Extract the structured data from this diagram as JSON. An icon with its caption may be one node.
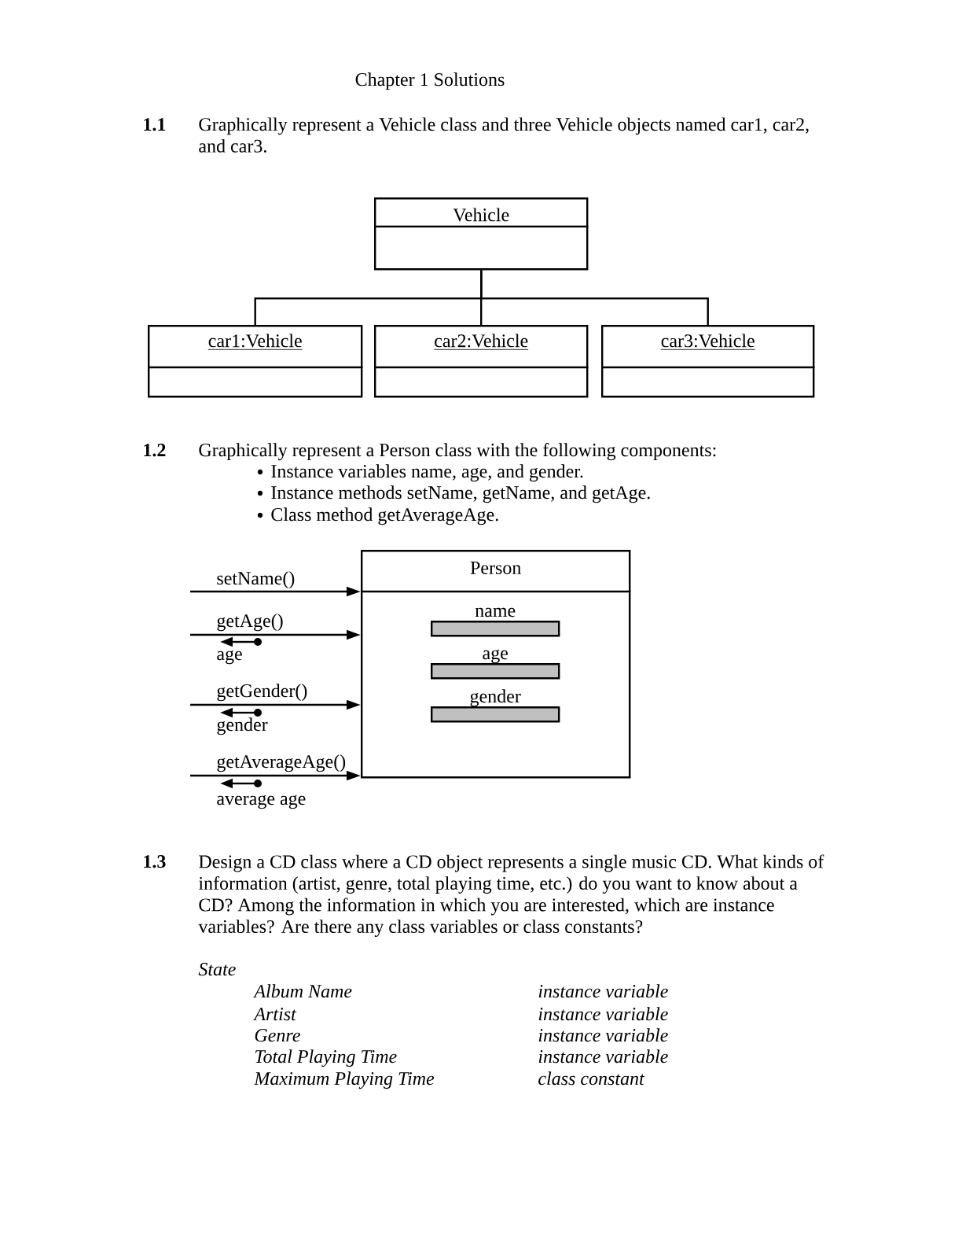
{
  "diagram": {
    "title": "Chapter 1 Solutions",
    "nodes": [
      {
        "text": [
          "Vehicle"
        ]
      },
      {
        "text": [
          "car1:Vehicle"
        ]
      },
      {
        "text": [
          "car2:Vehicle"
        ]
      },
      {
        "text": [
          "car3:Vehicle"
        ]
      },
      {
        "text": [
          "Person"
        ]
      },
      {
        "text": [
          "name"
        ],
        "in": 4
      },
      {
        "text": [
          "age"
        ],
        "in": 4
      },
      {
        "text": [
          "gender"
        ],
        "in": 4
      }
    ],
    "edges": [
      {
        "from": 0,
        "to": 1,
        "arrow": "none"
      },
      {
        "from": 0,
        "to": 2,
        "arrow": "none"
      },
      {
        "from": 0,
        "to": 3,
        "arrow": "none"
      },
      {
        "from": null,
        "to": 4,
        "arrow": "to",
        "label": "setName()"
      },
      {
        "from": null,
        "to": 4,
        "arrow": "to",
        "label": "getAge()"
      },
      {
        "from": null,
        "to": 4,
        "arrow": "to",
        "label": "getGender()"
      },
      {
        "from": null,
        "to": 4,
        "arrow": "to",
        "label": "getAverageAge()"
      }
    ],
    "labels": [
      "1.1",
      "Graphically represent a Vehicle class and three Vehicle objects named car1, car2, and car3.",
      "1.2",
      "Graphically represent a Person class with the following components:",
      "Instance variables name, age, and gender.",
      "Instance methods setName, getName, and getAge.",
      "Class method getAverageAge.",
      "age",
      "gender",
      "average age",
      "1.3",
      "Design a CD class where a CD object represents a single music CD.  What kinds of information (artist, genre, total playing time, etc.) do you want to know about a CD?  Among the information in which you are interested, which are instance variables?  Are there any class variables or class constants?",
      "State",
      "Album Name",
      "instance variable",
      "Artist",
      "instance variable",
      "Genre",
      "instance variable",
      "Total Playing Time",
      "instance variable",
      "Maximum Playing Time",
      "class constant"
    ]
  }
}
